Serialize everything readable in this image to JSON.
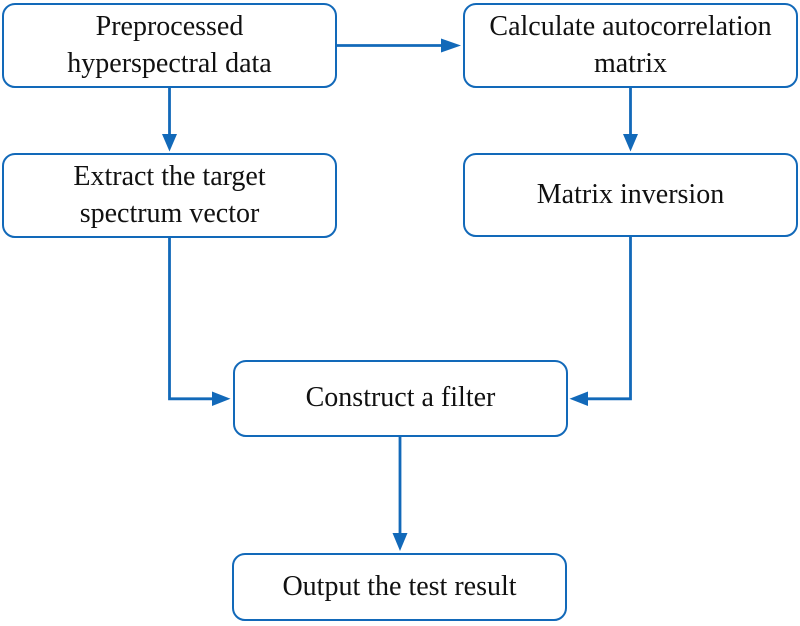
{
  "diagram": {
    "type": "flowchart",
    "background_color": "#ffffff",
    "accent_color": "#1269b9",
    "text_color": "#111111",
    "nodes": {
      "preprocessed_data": {
        "label": "Preprocessed hyperspectral data"
      },
      "autocorrelation": {
        "label": "Calculate autocorrelation matrix"
      },
      "target_spectrum": {
        "label": "Extract the target spectrum vector"
      },
      "matrix_inversion": {
        "label": "Matrix inversion"
      },
      "construct_filter": {
        "label": "Construct a filter"
      },
      "output_result": {
        "label": "Output the test result"
      }
    },
    "edges": [
      {
        "from": "preprocessed_data",
        "to": "autocorrelation",
        "style": "straight-right"
      },
      {
        "from": "preprocessed_data",
        "to": "target_spectrum",
        "style": "straight-down"
      },
      {
        "from": "autocorrelation",
        "to": "matrix_inversion",
        "style": "straight-down"
      },
      {
        "from": "target_spectrum",
        "to": "construct_filter",
        "style": "elbow-down-right"
      },
      {
        "from": "matrix_inversion",
        "to": "construct_filter",
        "style": "elbow-down-left"
      },
      {
        "from": "construct_filter",
        "to": "output_result",
        "style": "straight-down"
      }
    ]
  }
}
